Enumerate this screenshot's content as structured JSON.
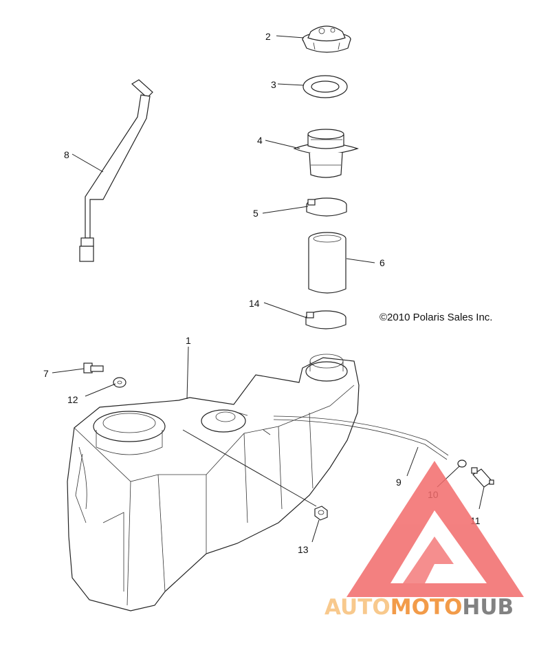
{
  "diagram": {
    "copyright": "©2010 Polaris Sales Inc.",
    "callouts": {
      "c1": "1",
      "c2": "2",
      "c3": "3",
      "c4": "4",
      "c5": "5",
      "c6": "6",
      "c7": "7",
      "c8": "8",
      "c9": "9",
      "c10": "10",
      "c11": "11",
      "c12": "12",
      "c13": "13",
      "c14": "14"
    }
  },
  "watermark": {
    "part1": "AUTO",
    "part2": "MOTO",
    "part3": "HUB",
    "color_light": "#f7c07a",
    "color_dark": "#f08a2a",
    "color_gray": "#6d6d6d",
    "triangle_color": "#f26b6b"
  }
}
